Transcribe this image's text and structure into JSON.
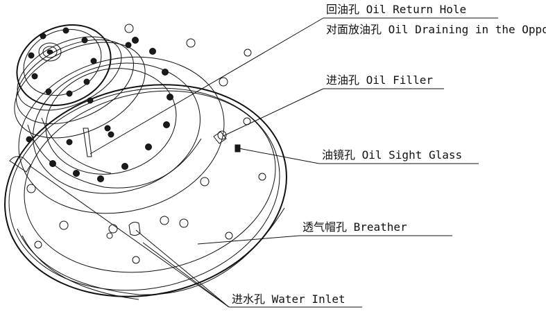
{
  "labels": {
    "oil_return": "回油孔 Oil Return Hole",
    "oil_drain": "对面放油孔 Oil Draining in the Opposite",
    "oil_filler": "进油孔 Oil Filler",
    "oil_sight": "油镜孔 Oil Sight Glass",
    "breather": "透气帽孔 Breather",
    "water_inlet": "进水孔 Water Inlet"
  }
}
